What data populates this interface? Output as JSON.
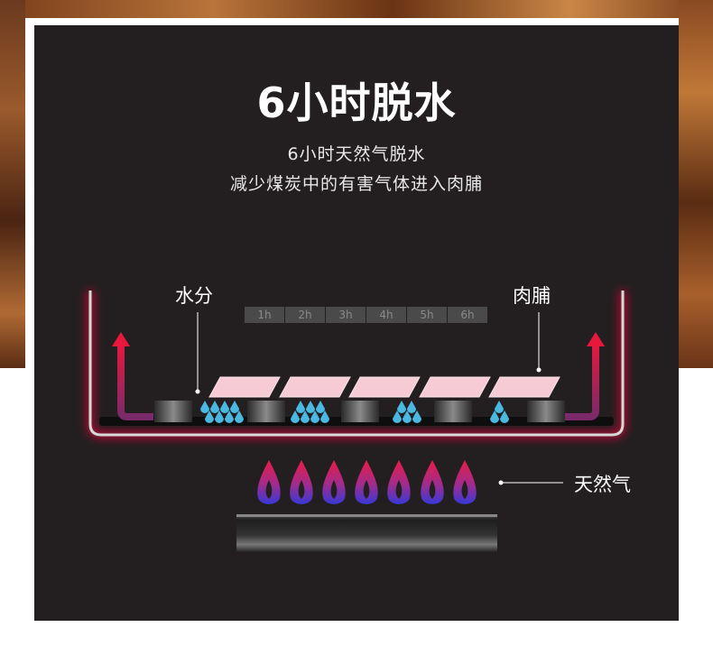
{
  "title": "6小时脱水",
  "subtitle_line1": "6小时天然气脱水",
  "subtitle_line2": "减少煤炭中的有害气体进入肉脯",
  "labels": {
    "water": "水分",
    "jerky": "肉脯",
    "gas": "天然气"
  },
  "hours": [
    "1h",
    "2h",
    "3h",
    "4h",
    "5h",
    "6h"
  ],
  "colors": {
    "panel": "#231f20",
    "flame_top": "#e0204a",
    "flame_bottom": "#3a3ad0",
    "water_drop": "#4ab8e0",
    "jerky_tile": "#f4c6d2",
    "heat_arrow": "#e8183c"
  }
}
